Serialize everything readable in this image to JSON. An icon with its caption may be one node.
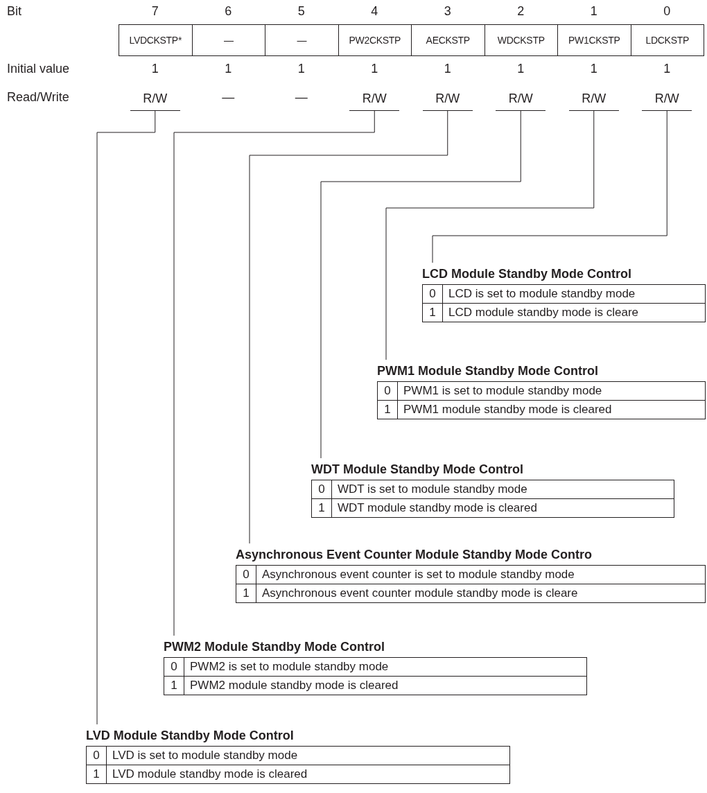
{
  "diagram": {
    "nodes": [
      {
        "text": [
          "LVDCKSTP*"
        ]
      },
      {
        "text": [
          "—"
        ]
      },
      {
        "text": [
          "—"
        ]
      },
      {
        "text": [
          "PW2CKSTP"
        ]
      },
      {
        "text": [
          "AECKSTP"
        ]
      },
      {
        "text": [
          "WDCKSTP"
        ]
      },
      {
        "text": [
          "PW1CKSTP"
        ]
      },
      {
        "text": [
          "LDCKSTP"
        ]
      },
      {
        "text": [
          "R/W"
        ]
      },
      {
        "text": [
          "R/W"
        ]
      },
      {
        "text": [
          "R/W"
        ]
      },
      {
        "text": [
          "R/W"
        ]
      },
      {
        "text": [
          "R/W"
        ]
      },
      {
        "text": [
          "R/W"
        ]
      },
      {
        "text": [
          "LCD Module Standby Mode Control",
          "0",
          "LCD is set to module standby mode",
          "1",
          "LCD module standby mode is cleare"
        ]
      },
      {
        "text": [
          "PWM1 Module Standby Mode Control",
          "0",
          "PWM1 is set to module standby mode",
          "1",
          "PWM1 module standby mode is cleared"
        ]
      },
      {
        "text": [
          "WDT Module Standby Mode Control",
          "0",
          "WDT is set to module standby mode",
          "1",
          "WDT module standby mode is cleared"
        ]
      },
      {
        "text": [
          "Asynchronous Event Counter Module Standby Mode Contro",
          "0",
          "Asynchronous event counter is set to module standby mode",
          "1",
          "Asynchronous event counter module standby mode is cleare"
        ]
      },
      {
        "text": [
          "PWM2 Module Standby Mode Control",
          "0",
          "PWM2 is set to module standby mode",
          "1",
          "PWM2 module standby mode is cleared"
        ]
      },
      {
        "text": [
          "LVD Module Standby Mode Control",
          "0",
          "LVD is set to module standby mode",
          "1",
          "LVD module standby mode is cleared"
        ]
      }
    ],
    "edges": [
      {
        "from": 8,
        "to": 19,
        "arrow": "none"
      },
      {
        "from": 9,
        "to": 18,
        "arrow": "none"
      },
      {
        "from": 10,
        "to": 17,
        "arrow": "none"
      },
      {
        "from": 11,
        "to": 16,
        "arrow": "none"
      },
      {
        "from": 12,
        "to": 15,
        "arrow": "none"
      },
      {
        "from": 13,
        "to": 14,
        "arrow": "none"
      }
    ],
    "labels": [
      "Bit",
      "7",
      "6",
      "5",
      "4",
      "3",
      "2",
      "1",
      "0",
      "Initial value",
      "1",
      "1",
      "1",
      "1",
      "1",
      "1",
      "1",
      "1",
      "Read/Write",
      "—",
      "—"
    ]
  }
}
